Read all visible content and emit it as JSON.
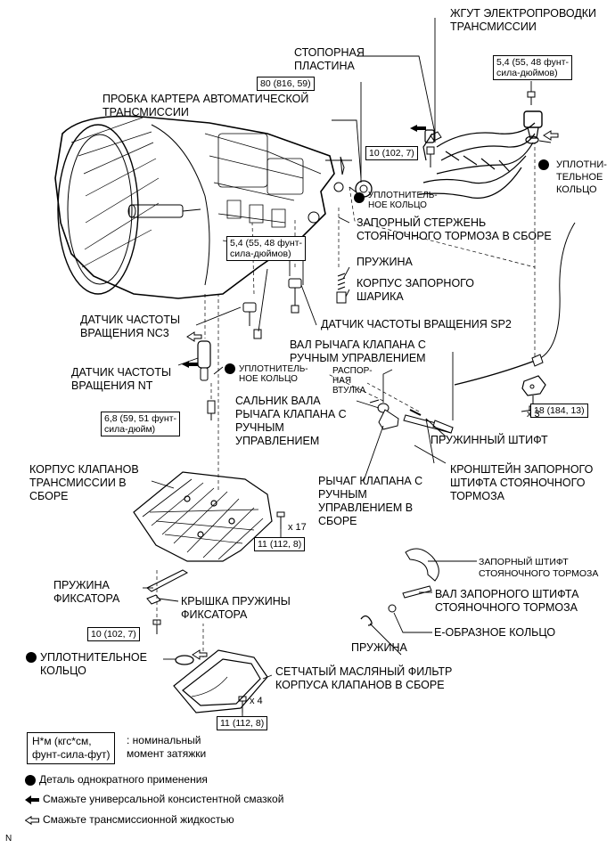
{
  "labels": {
    "wire_harness": [
      "ЖГУТ ЭЛЕКТРОПРОВОДКИ",
      "ТРАНСМИССИИ"
    ],
    "lock_plate": [
      "СТОПОРНАЯ",
      "ПЛАСТИНА"
    ],
    "drain_plug": [
      "ПРОБКА КАРТЕРА АВТОМАТИЧЕСКОЙ",
      "ТРАНСМИССИИ"
    ],
    "oring_1": [
      "УПЛОТНИТЕЛЬ-",
      "НОЕ КОЛЬЦО"
    ],
    "oring_2": [
      "УПЛОТНИ-",
      "ТЕЛЬНОЕ",
      "КОЛЬЦО"
    ],
    "parking_rod": [
      "ЗАПОРНЫЙ СТЕРЖЕНЬ",
      "СТОЯНОЧНОГО ТОРМОЗА В СБОРЕ"
    ],
    "spring_1": [
      "ПРУЖИНА"
    ],
    "ball_body": [
      "КОРПУС ЗАПОРНОГО",
      "ШАРИКА"
    ],
    "sensor_nc3": [
      "ДАТЧИК ЧАСТОТЫ",
      "ВРАЩЕНИЯ NC3"
    ],
    "sensor_sp2": [
      "ДАТЧИК ЧАСТОТЫ ВРАЩЕНИЯ SP2"
    ],
    "manual_shaft": [
      "ВАЛ РЫЧАГА КЛАПАНА С",
      "РУЧНЫМ УПРАВЛЕНИЕМ"
    ],
    "spacer": [
      "РАСПОР-",
      "НАЯ",
      "ВТУЛКА"
    ],
    "sensor_nt": [
      "ДАТЧИК ЧАСТОТЫ",
      "ВРАЩЕНИЯ NT"
    ],
    "oring_3": [
      "УПЛОТНИТЕЛЬ-",
      "НОЕ КОЛЬЦО"
    ],
    "oil_seal": [
      "САЛЬНИК ВАЛА",
      "РЫЧАГА КЛАПАНА С",
      "РУЧНЫМ",
      "УПРАВЛЕНИЕМ"
    ],
    "spring_pin": [
      "ПРУЖИННЫЙ ШТИФТ"
    ],
    "valve_body": [
      "КОРПУС КЛАПАНОВ",
      "ТРАНСМИССИИ В",
      "СБОРЕ"
    ],
    "manual_lever": [
      "РЫЧАГ КЛАПАНА С",
      "РУЧНЫМ",
      "УПРАВЛЕНИЕМ В",
      "СБОРЕ"
    ],
    "bracket": [
      "КРОНШТЕЙН ЗАПОРНОГО",
      "ШТИФТА СТОЯНОЧНОГО",
      "ТОРМОЗА"
    ],
    "parking_pawl": [
      "ЗАПОРНЫЙ ШТИФТ",
      "СТОЯНОЧНОГО ТОРМОЗА"
    ],
    "detent_spring": [
      "ПРУЖИНА",
      "ФИКСАТОРА"
    ],
    "detent_cover": [
      "КРЫШКА ПРУЖИНЫ",
      "ФИКСАТОРА"
    ],
    "pawl_shaft": [
      "ВАЛ ЗАПОРНОГО ШТИФТА",
      "СТОЯНОЧНОГО ТОРМОЗА"
    ],
    "e_ring": [
      "Е-ОБРАЗНОЕ КОЛЬЦО"
    ],
    "spring_2": [
      "ПРУЖИНА"
    ],
    "oring_4": [
      "УПЛОТНИТЕЛЬНОЕ",
      "КОЛЬЦО"
    ],
    "strainer": [
      "СЕТЧАТЫЙ МАСЛЯНЫЙ ФИЛЬТР",
      "КОРПУСА КЛАПАНОВ В СБОРЕ"
    ]
  },
  "torques": {
    "t1": [
      "5,4 (55, 48 фунт-",
      "сила-дюймов)"
    ],
    "t2": [
      "80 (816, 59)"
    ],
    "t3": [
      "10 (102, 7)"
    ],
    "t4": [
      "5,4 (55, 48 фунт-",
      "сила-дюймов)"
    ],
    "t5": [
      "6,8 (59, 51 фунт-",
      "сила-дюйм)"
    ],
    "t6": [
      "18 (184, 13)"
    ],
    "t7": [
      "11 (112, 8)"
    ],
    "t8": [
      "10 (102, 7)"
    ],
    "t9": [
      "11 (112, 8)"
    ]
  },
  "counts": {
    "x3": "x 3",
    "x17": "x 17",
    "x4": "x 4"
  },
  "legend": {
    "unit_box": [
      "Н*м (кгс*см,",
      "фунт-сила-фут)"
    ],
    "unit_desc": [
      ": номинальный",
      "момент затяжки"
    ],
    "single_use": "Деталь однократного применения",
    "grease": "Смажьте универсальной консистентной смазкой",
    "atf": "Смажьте трансмиссионной жидкостью"
  },
  "corner_mark": "N"
}
